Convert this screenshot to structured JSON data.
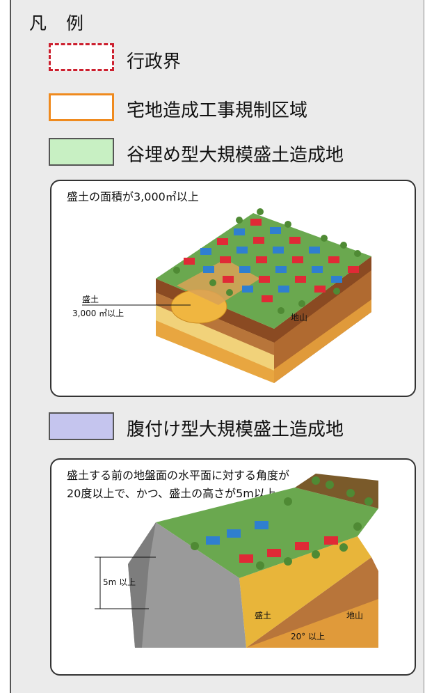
{
  "legend": {
    "title": "凡 例",
    "items": [
      {
        "label": "行政界",
        "border_color": "#cc1f2e",
        "border_style": "dashed",
        "fill": "#ffffff"
      },
      {
        "label": "宅地造成工事規制区域",
        "border_color": "#ef8a1e",
        "border_style": "solid",
        "fill": "#ffffff"
      },
      {
        "label": "谷埋め型大規模盛土造成地",
        "border_color": "#555555",
        "border_style": "solid",
        "fill": "#c8f0c3"
      },
      {
        "label": "腹付け型大規模盛土造成地",
        "border_color": "#555555",
        "border_style": "solid",
        "fill": "#c5c5ee"
      }
    ]
  },
  "valley_box": {
    "caption": "盛土の面積が3,000㎡以上",
    "fill_label_line1": "盛土",
    "fill_label_line2": "3,000 ㎡以上",
    "ground_label": "地山"
  },
  "slope_box": {
    "caption_line1": "盛土する前の地盤面の水平面に対する角度が",
    "caption_line2": "20度以上で、かつ、盛土の高さが5m以上",
    "height_label": "5m 以上",
    "fill_label": "盛土",
    "ground_label": "地山",
    "angle_label": "20° 以上"
  },
  "colors": {
    "roof_red": "#e02a36",
    "roof_blue": "#2f7fd0",
    "grass": "#6aa84f",
    "tree": "#5a8f3c",
    "soil_brown": "#8a4a22",
    "soil_orange": "#e8a640",
    "fill_yellow": "#e8b53a",
    "retaining_wall": "#9a9a9a"
  }
}
